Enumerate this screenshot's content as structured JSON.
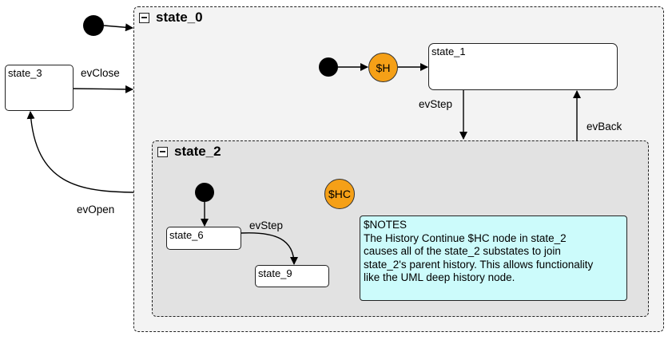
{
  "composites": {
    "state_0": {
      "title": "state_0"
    },
    "state_2": {
      "title": "state_2"
    }
  },
  "states": {
    "state_1": "state_1",
    "state_3": "state_3",
    "state_6": "state_6",
    "state_9": "state_9"
  },
  "history": {
    "shallow": "$H",
    "continue": "$HC"
  },
  "transitions": {
    "evClose": "evClose",
    "evOpen": "evOpen",
    "evStep_outer": "evStep",
    "evBack": "evBack",
    "evStep_inner": "evStep"
  },
  "note": {
    "lines": [
      "$NOTES",
      "The History Continue $HC node in state_2",
      "causes all of the state_2 substates to join",
      "state_2's parent history. This allows functionality",
      "like the UML deep history node."
    ]
  },
  "colors": {
    "history_fill": "#f5a017",
    "note_fill": "#ccfbfb",
    "outer_fill": "#f3f3f3",
    "inner_fill": "#e2e2e2"
  }
}
